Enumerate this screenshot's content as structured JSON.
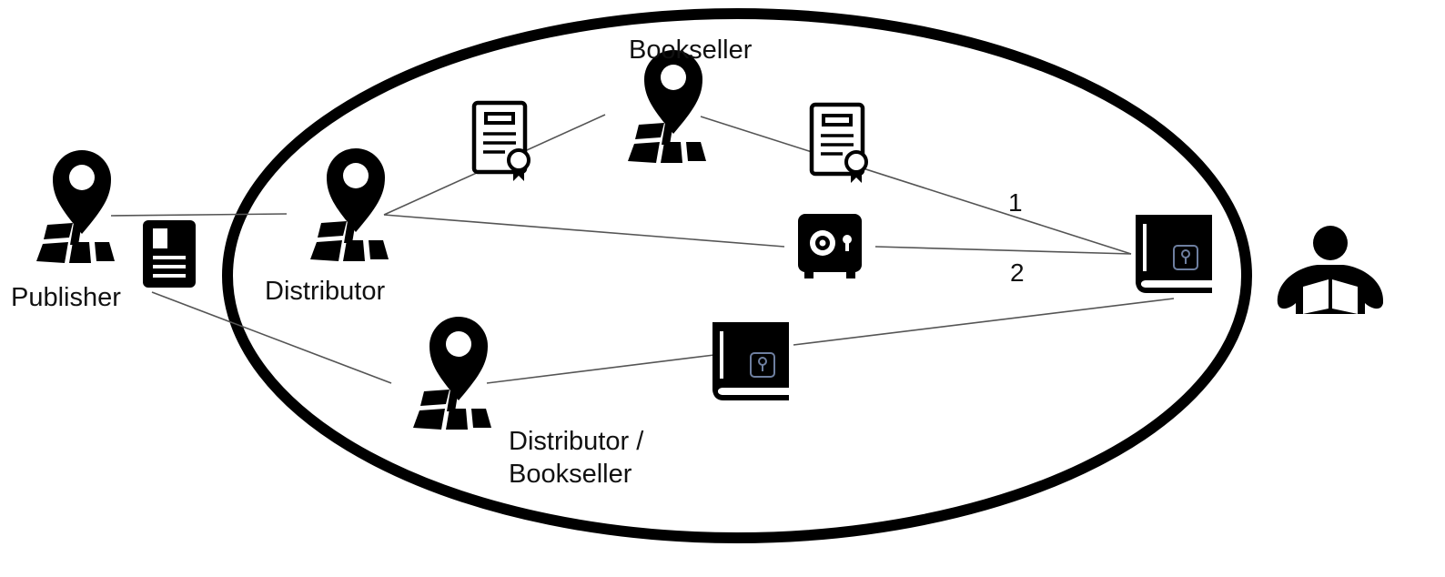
{
  "labels": {
    "publisher": "Publisher",
    "distributor": "Distributor",
    "bookseller": "Bookseller",
    "distributor_bookseller_line1": "Distributor /",
    "distributor_bookseller_line2": "Bookseller"
  },
  "edge_labels": {
    "route_1": "1",
    "route_2": "2"
  },
  "icons": {
    "node": "map-pin-icon",
    "certificate": "certificate-icon",
    "document": "document-icon",
    "vault": "safe-vault-icon",
    "locked_book": "locked-book-icon",
    "reader": "reader-icon"
  },
  "colors": {
    "ink": "#000000",
    "edge": "#555555",
    "lock_accent": "#6e7fa0"
  }
}
